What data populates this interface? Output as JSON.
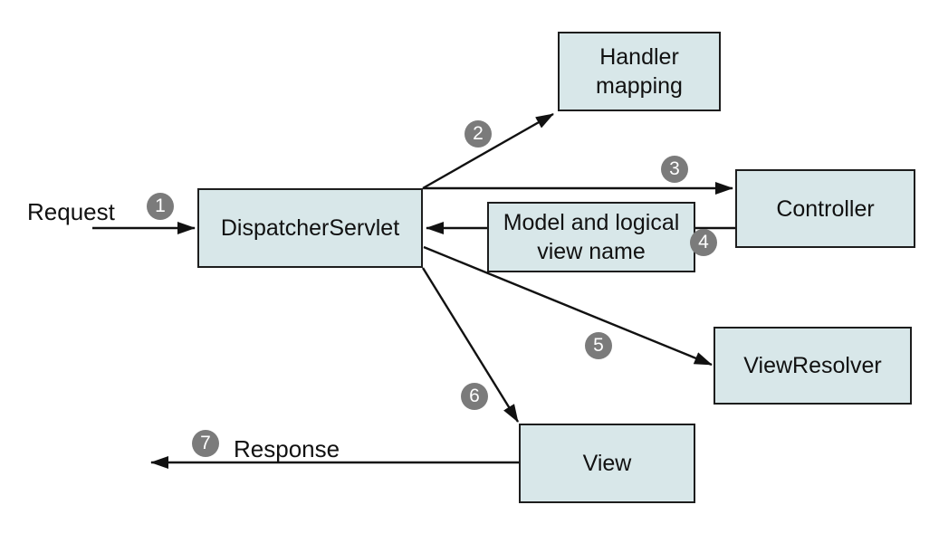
{
  "labels": {
    "request": "Request",
    "response": "Response"
  },
  "boxes": {
    "dispatcher": {
      "label": "DispatcherServlet"
    },
    "handler": {
      "line1": "Handler",
      "line2": "mapping"
    },
    "controller": {
      "label": "Controller"
    },
    "model": {
      "line1": "Model and logical",
      "line2": "view name"
    },
    "viewresolver": {
      "label": "ViewResolver"
    },
    "view": {
      "label": "View"
    }
  },
  "steps": {
    "s1": "1",
    "s2": "2",
    "s3": "3",
    "s4": "4",
    "s5": "5",
    "s6": "6",
    "s7": "7"
  },
  "colors": {
    "background": "#ffffff",
    "box_fill": "#d8e7e9",
    "box_border": "#1d1d1d",
    "step_circle": "#7b7b7b",
    "step_number": "#ffffff",
    "arrow": "#111111",
    "text": "#111111"
  }
}
